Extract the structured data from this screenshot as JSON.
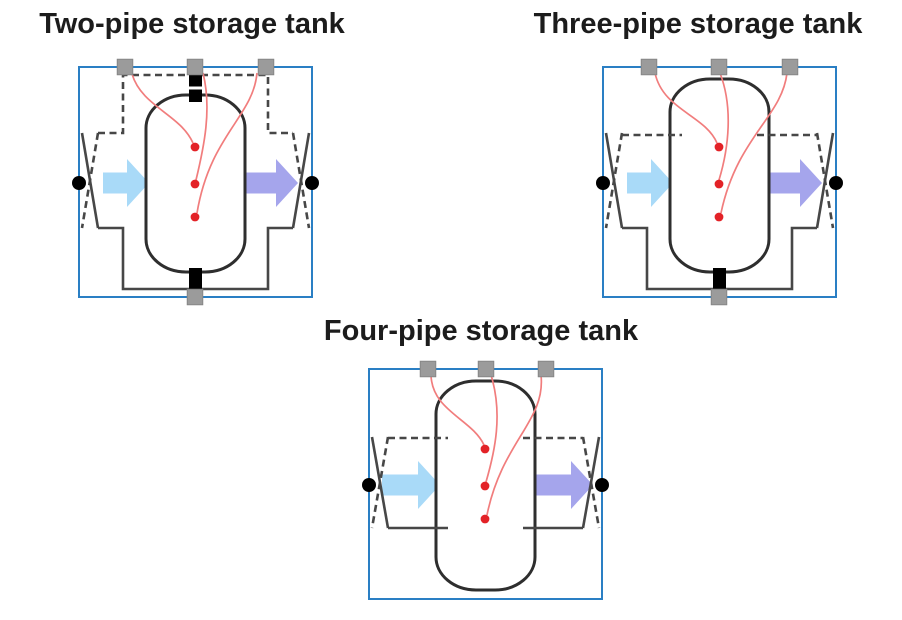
{
  "page": {
    "background": "#ffffff"
  },
  "figures": [
    {
      "title": "Two-pipe storage tank",
      "variant": "two-pipe",
      "connectors": {
        "top_heat_ports": 3,
        "bottom_heat_ports": 1,
        "fluid_ports": 2
      },
      "temperature_sensors": 3
    },
    {
      "title": "Three-pipe storage tank",
      "variant": "three-pipe",
      "connectors": {
        "top_heat_ports": 3,
        "bottom_heat_ports": 1,
        "fluid_ports": 2
      },
      "temperature_sensors": 3
    },
    {
      "title": "Four-pipe storage tank",
      "variant": "four-pipe",
      "connectors": {
        "top_heat_ports": 3,
        "bottom_heat_ports": 0,
        "fluid_ports": 2
      },
      "temperature_sensors": 3
    }
  ],
  "colors": {
    "selection_frame": "#2a7fc4",
    "tank_outline": "#2e2e2e",
    "pipe": "#474747",
    "connector_gray": "#9b9b9b",
    "connector_gray_border": "#868686",
    "supply_arrow_blue": "#a9daf8",
    "return_arrow_purple": "#a5a5ec",
    "sensor_line_red": "#f17d7d",
    "sensor_dot_red": "#e32227",
    "port_dot_black": "#000000",
    "title_text": "#1c1c1c"
  }
}
